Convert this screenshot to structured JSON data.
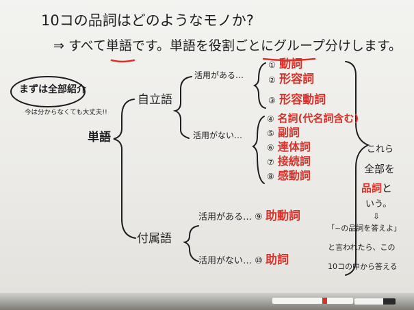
{
  "board": {
    "title": "10コの品詞はどのようなモノか?",
    "subtitle": "⇒ すべて単語です。単語を役割ごとにグループ分けします。",
    "callout": {
      "title": "まずは全部紹介",
      "note": "今は分からなくても大丈夫!!"
    },
    "root": "単語",
    "independent": {
      "label": "自立語",
      "conjugating_label": "活用がある…",
      "non_conjugating_label": "活用がない…",
      "conjugating": [
        {
          "num": "①",
          "name": "動詞"
        },
        {
          "num": "②",
          "name": "形容詞"
        },
        {
          "num": "③",
          "name": "形容動詞"
        }
      ],
      "non_conjugating": [
        {
          "num": "④",
          "name": "名詞(代名詞含む)"
        },
        {
          "num": "⑤",
          "name": "副詞"
        },
        {
          "num": "⑥",
          "name": "連体詞"
        },
        {
          "num": "⑦",
          "name": "接続詞"
        },
        {
          "num": "⑧",
          "name": "感動詞"
        }
      ]
    },
    "dependent": {
      "label": "付属語",
      "conjugating": {
        "label": "活用がある…",
        "num": "⑨",
        "name": "助動詞"
      },
      "non_conjugating": {
        "label": "活用がない…",
        "num": "⑩",
        "name": "助詞"
      }
    },
    "summary": {
      "line1": "これら",
      "line2": "全部を",
      "line3_red": "品詞",
      "line3_rest": "と",
      "line4": "いう。",
      "arrow": "⇩",
      "q1": "「~の品詞を答えよ」",
      "q2": "と言われたら、この",
      "q3": "10コの中から答える"
    }
  },
  "colors": {
    "ink": "#1d1d1f",
    "red": "#d7322b",
    "board": "#efefec"
  }
}
